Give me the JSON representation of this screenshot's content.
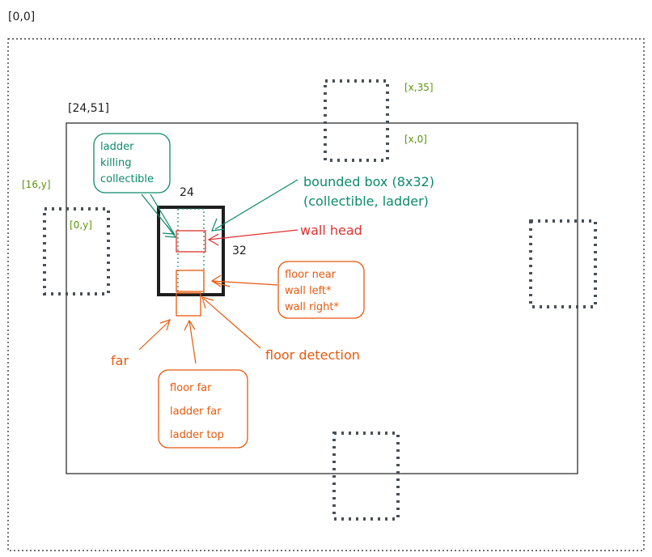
{
  "labels": {
    "origin": "[0,0]",
    "room_origin": "[24,51]",
    "top_exit_start": "[x,35]",
    "top_exit_end": "[x,0]",
    "left_exit_start": "[16,y]",
    "left_exit_end": "[0,y]",
    "box_width": "24",
    "box_height": "32",
    "bounded_box_line1": "bounded box (8x32)",
    "bounded_box_line2": "(collectible, ladder)",
    "wall_head": "wall head",
    "far": "far",
    "floor_detection": "floor detection"
  },
  "notes": {
    "ladder_killing": [
      "ladder",
      "killing",
      "collectible"
    ],
    "floor_near": [
      "floor near",
      "wall left*",
      "wall right*"
    ],
    "floor_far": [
      "floor far",
      "ladder far",
      "ladder top"
    ]
  },
  "colors": {
    "black": "#1e1e1e",
    "gray": "#495057",
    "green": "#5c940d",
    "teal": "#0c8a6b",
    "red": "#e03131",
    "orange": "#e8590c"
  }
}
